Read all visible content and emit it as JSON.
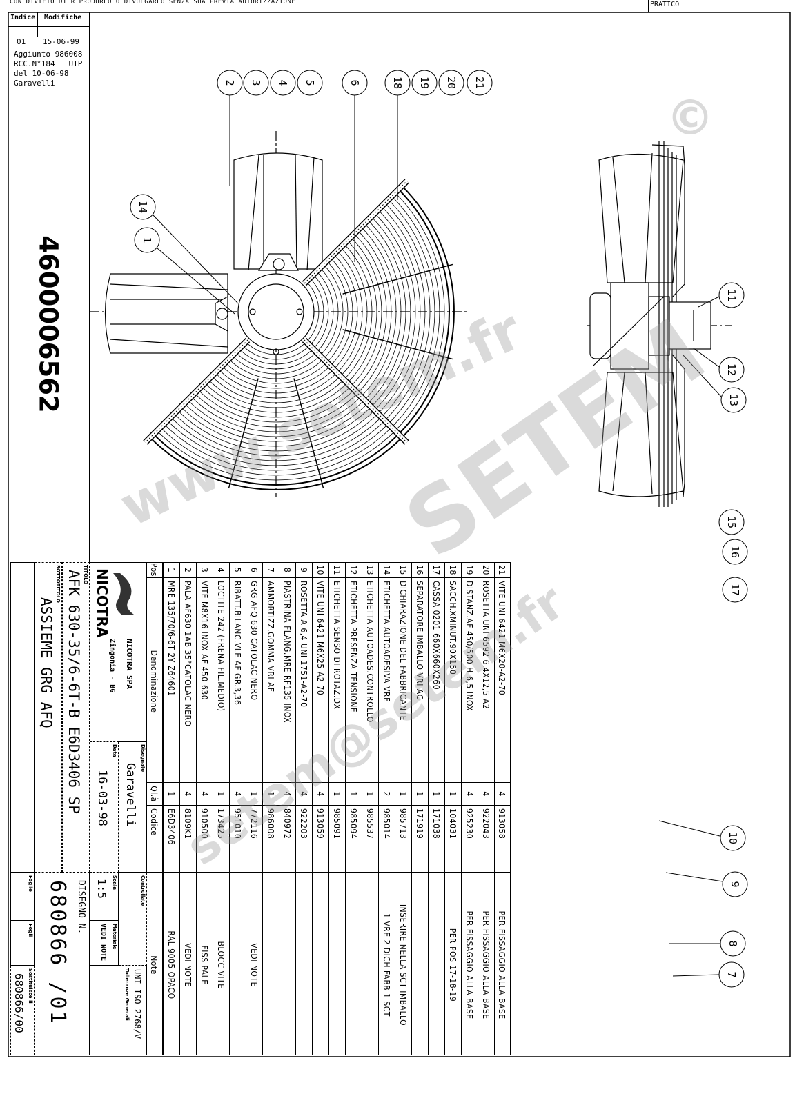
{
  "header": {
    "notice": "CON DIVIETO DI RIPRODURLO O DIVULGARLO SENZA SUA PREVIA AUTORIZZAZIONE",
    "pratico": "PRATICO_ _ _ _ _ _ _ _ _ _ _ _"
  },
  "revisions": {
    "col_index": "Indice",
    "col_changes": "Modifiche",
    "index": "01",
    "date": "15-06-99",
    "text": "Aggiunto 986008\nRCC.N°184   UTP\ndel 10-06-98\nGaravelli"
  },
  "part_number": "4600006562",
  "balloons": [
    "2",
    "3",
    "4",
    "5",
    "6",
    "18",
    "19",
    "20",
    "21",
    "14",
    "1",
    "11",
    "12",
    "13",
    "15",
    "16",
    "17",
    "10",
    "9",
    "8",
    "7"
  ],
  "bom": {
    "headers": {
      "pos": "Pos.",
      "denominazione": "Denominazione",
      "qty": "Ql.à",
      "codice": "Codice",
      "note": "Note"
    },
    "rows": [
      {
        "pos": "1",
        "den": "MRE 135/70/6-6T 2Y Z64601",
        "qty": "1",
        "cod": "E6D3406",
        "note": "RAL 9005 OPACO"
      },
      {
        "pos": "2",
        "den": "PALA AF630 1AB 35°CATOLAC NERO",
        "qty": "4",
        "cod": "8109K1",
        "note": "VEDI NOTE"
      },
      {
        "pos": "3",
        "den": "VITE M8X16 INOX AF 450-630",
        "qty": "4",
        "cod": "910500",
        "note": "FISS PALE"
      },
      {
        "pos": "4",
        "den": "LOCTITE 242 (FRENA FIL.MEDIO)",
        "qty": "1",
        "cod": "173425",
        "note": "BLOCC VITE"
      },
      {
        "pos": "5",
        "den": "RIBATT.BILANC.VLE AF GR.3,36",
        "qty": "4",
        "cod": "951010",
        "note": ""
      },
      {
        "pos": "6",
        "den": "GRG AFQ 630 CATOLAC NERO",
        "qty": "1",
        "cod": "772116",
        "note": "VEDI NOTE"
      },
      {
        "pos": "7",
        "den": "AMMORTIZZ.GOMMA VRI AF",
        "qty": "1",
        "cod": "986008",
        "note": ""
      },
      {
        "pos": "8",
        "den": "PIASTRINA FLANG.MRE RF135 INOX",
        "qty": "4",
        "cod": "840972",
        "note": ""
      },
      {
        "pos": "9",
        "den": "ROSETTA A 6,4 UNI 1751-A2-70",
        "qty": "4",
        "cod": "922203",
        "note": ""
      },
      {
        "pos": "10",
        "den": "VITE UNI 6421 M6X25-A2-70",
        "qty": "4",
        "cod": "913059",
        "note": ""
      },
      {
        "pos": "11",
        "den": "ETICHETTA SENSO DI ROTAZ.DX",
        "qty": "1",
        "cod": "985091",
        "note": ""
      },
      {
        "pos": "12",
        "den": "ETICHETTA PRESENZA TENSIONE",
        "qty": "1",
        "cod": "985094",
        "note": ""
      },
      {
        "pos": "13",
        "den": "ETICHETTA AUTOADES.CONTROLLO",
        "qty": "1",
        "cod": "985537",
        "note": ""
      },
      {
        "pos": "14",
        "den": "ETICHETTA AUTOADESIVA VRE",
        "qty": "2",
        "cod": "985014",
        "note": "1 VRE 2 DICH FABB 1 SCT"
      },
      {
        "pos": "15",
        "den": "DICHIARAZIONE DEL FABBRICANTE",
        "qty": "1",
        "cod": "985713",
        "note": "INSERIRE NELLA SCT IMBALLO"
      },
      {
        "pos": "16",
        "den": "SEPARATORE IMBALLO VRI AG",
        "qty": "1",
        "cod": "171919",
        "note": ""
      },
      {
        "pos": "17",
        "den": "CASSA 0201 660X660X260",
        "qty": "1",
        "cod": "171038",
        "note": ""
      },
      {
        "pos": "18",
        "den": "SACCH.XMINUT.90X150",
        "qty": "1",
        "cod": "104031",
        "note": "PER POS 17-18-19"
      },
      {
        "pos": "19",
        "den": "DISTANZ.AF 450/500 H-6,5 INOX",
        "qty": "4",
        "cod": "925230",
        "note": "PER FISSAGGIO ALLA BASE"
      },
      {
        "pos": "20",
        "den": "ROSETTA UNI 6592 6,4X12,5 A2",
        "qty": "4",
        "cod": "922043",
        "note": "PER FISSAGGIO ALLA BASE"
      },
      {
        "pos": "21",
        "den": "VITE UNI 6421 M6X20-A2-70",
        "qty": "4",
        "cod": "913058",
        "note": "PER FISSAGGIO ALLA BASE"
      }
    ]
  },
  "title_block": {
    "logo": "NICOTRA",
    "company": "NICOTRA  SPA",
    "location": "Zingonia - BG",
    "disegnato_label": "Disegnato",
    "disegnato": "Garavelli",
    "data_label": "Data",
    "data": "16-03-98",
    "controllato_label": "Controllato",
    "scala_label": "Scala",
    "scala": "1:5",
    "materiale_label": "Materiale",
    "materiale": "VEDI NOTE",
    "tolleranze_label": "Tolleranze Generali",
    "tolleranze": "UNI ISO 2768/V",
    "titolo_label": "TITOLO",
    "titolo": "AFK 630-35/6-6T-B E6D3406 SP",
    "sottotitolo_label": "SOTTOTITOLO",
    "sottotitolo": "ASSIEME GRG AFQ",
    "disegno_label": "DISEGNO N.",
    "disegno": "680866  /01",
    "foglio_label": "Foglio",
    "fogli_label": "Fogli",
    "sostituisce_label": "Sostituisce il",
    "sostituisce": "680866/00"
  },
  "watermark": {
    "brand": "SETEM",
    "site": "www.setem.fr",
    "email": "setem@setem.fr",
    "copyright": "©"
  }
}
